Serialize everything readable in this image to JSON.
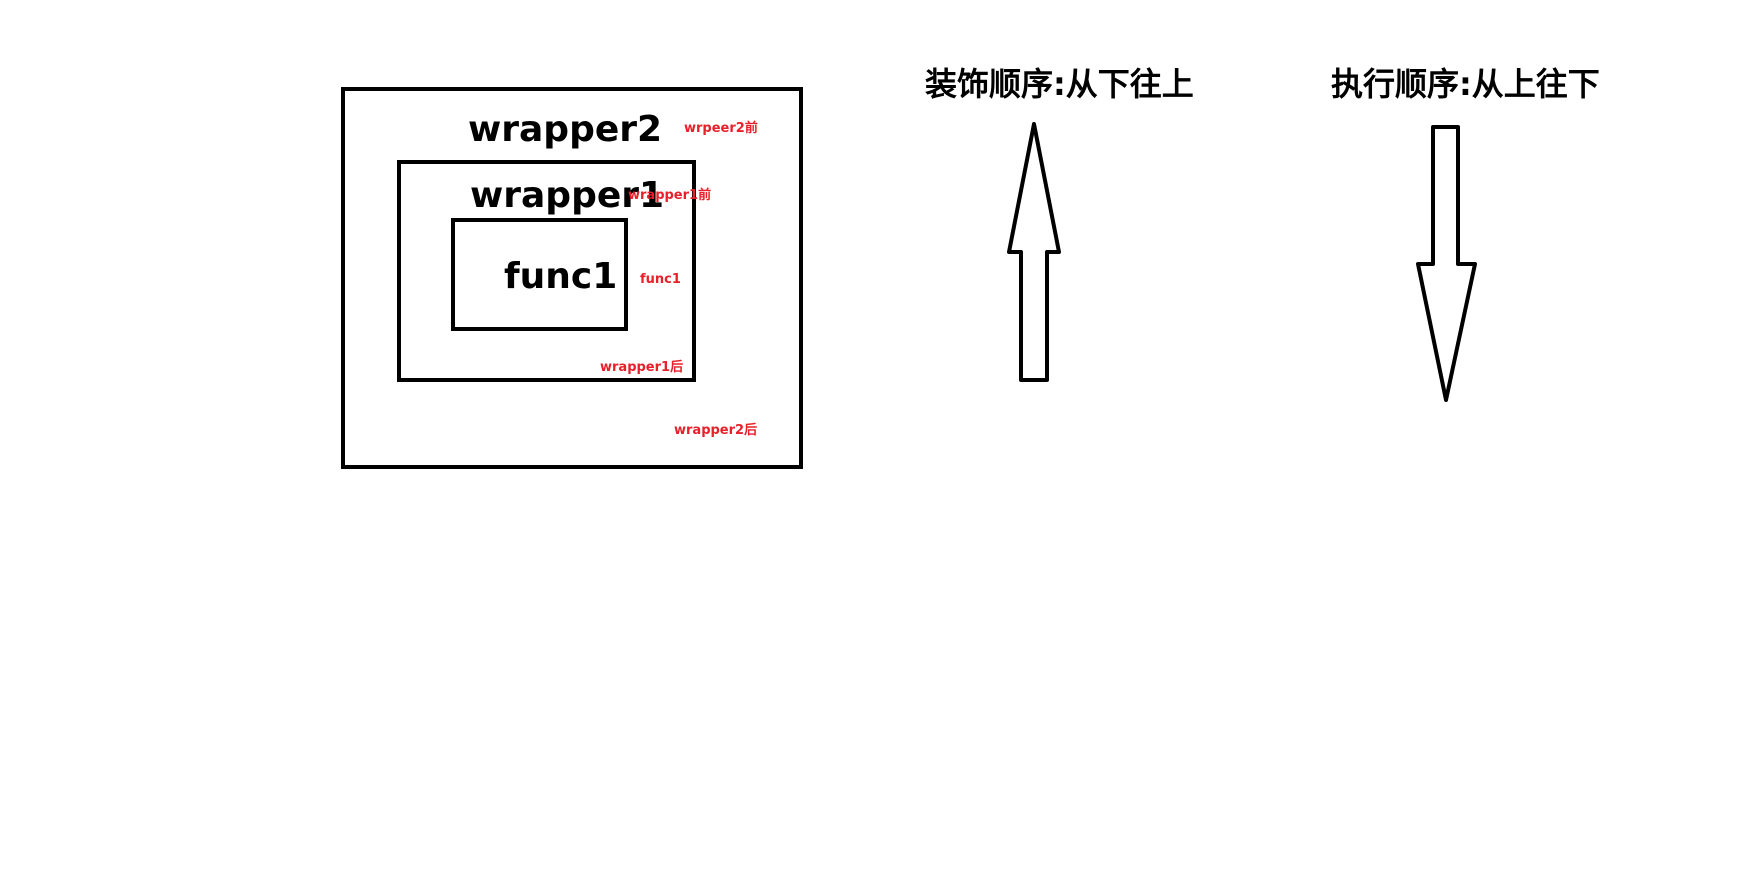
{
  "colors": {
    "stroke": "#000000",
    "note": "#e8202a"
  },
  "diagram": {
    "outer_box": {
      "label": "wrapper2",
      "note_before": "wrpeer2前",
      "note_after": "wrapper2后"
    },
    "middle_box": {
      "label": "wrapper1",
      "note_before": "wrapper1前",
      "note_after": "wrapper1后"
    },
    "inner_box": {
      "label": "func1",
      "note": "func1"
    },
    "decoration_order": {
      "title": "装饰顺序:从下往上",
      "arrow_direction": "up"
    },
    "execution_order": {
      "title": "执行顺序:从上往下",
      "arrow_direction": "down"
    }
  }
}
